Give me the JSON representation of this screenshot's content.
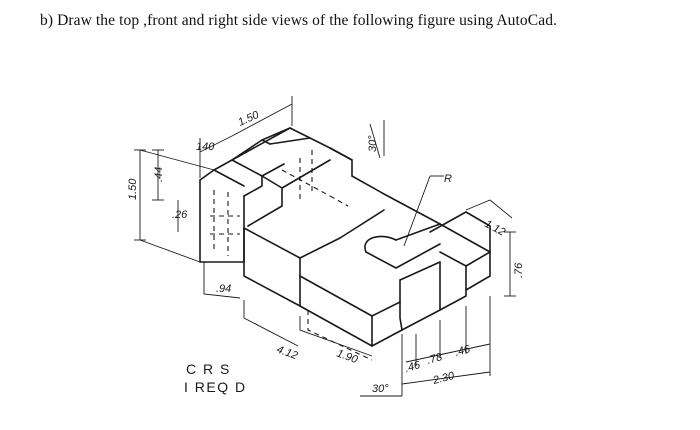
{
  "question": "b) Draw the top ,front and right side views of the following figure using AutoCad.",
  "drawing": {
    "dimensions": {
      "d_150_left": "1.50",
      "d_44": ".44",
      "d_26": ".26",
      "d_140": "140",
      "d_150_top": "1.50",
      "d_30_top": "30°",
      "d_R": "R",
      "d_112": "1.12",
      "d_76": ".76",
      "d_94": ".94",
      "d_412": "4.12",
      "d_190": "1.90",
      "d_30_bottom": "30°",
      "d_46a": ".46",
      "d_78": ".78",
      "d_46b": ".46",
      "d_230": "2.30"
    },
    "note_line1": "C R S",
    "note_line2": "I REQ D"
  }
}
